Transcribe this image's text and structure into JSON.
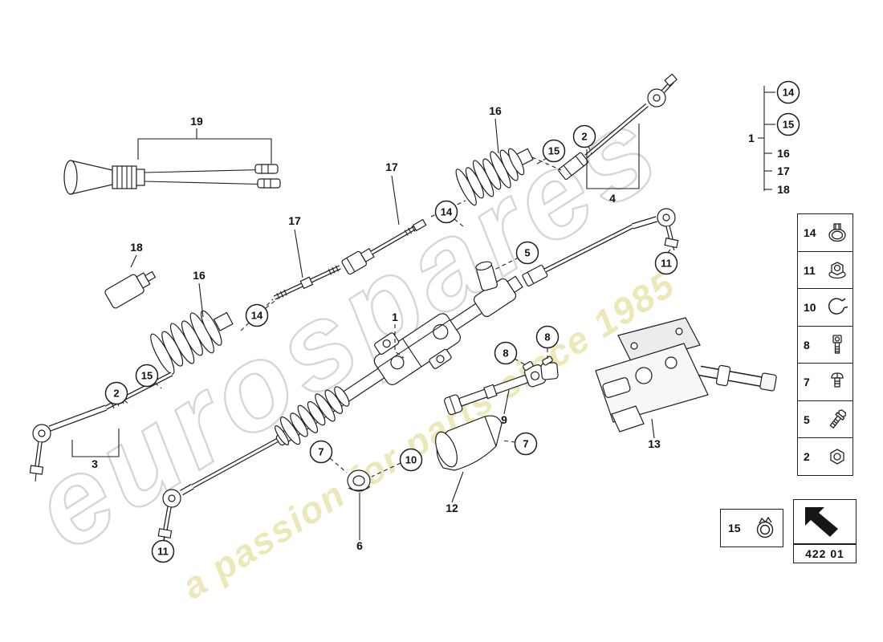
{
  "watermark": {
    "brand": "eurospares",
    "tagline": "a passion for parts since 1985",
    "brand_color": "#c9c9c9",
    "tagline_color": "#e9e4ab"
  },
  "callouts": [
    {
      "num": "15"
    },
    {
      "num": "2"
    },
    {
      "num": "14"
    },
    {
      "num": "5"
    },
    {
      "num": "14"
    },
    {
      "num": "15"
    },
    {
      "num": "2"
    },
    {
      "num": "8"
    },
    {
      "num": "8"
    },
    {
      "num": "7"
    },
    {
      "num": "10"
    },
    {
      "num": "7"
    },
    {
      "num": "11"
    },
    {
      "num": "11"
    }
  ],
  "labels": [
    {
      "num": "19"
    },
    {
      "num": "16"
    },
    {
      "num": "17"
    },
    {
      "num": "4"
    },
    {
      "num": "17"
    },
    {
      "num": "18"
    },
    {
      "num": "16"
    },
    {
      "num": "1"
    },
    {
      "num": "9"
    },
    {
      "num": "13"
    },
    {
      "num": "12"
    },
    {
      "num": "6"
    },
    {
      "num": "3"
    }
  ],
  "reference_group": {
    "ref": "1",
    "circled": [
      "14",
      "15"
    ],
    "plain": [
      "16",
      "17",
      "18"
    ]
  },
  "legend_rows": [
    {
      "num": "14",
      "icon": "band-clamp-icon"
    },
    {
      "num": "11",
      "icon": "flange-nut-icon"
    },
    {
      "num": "10",
      "icon": "clamp-ring-icon"
    },
    {
      "num": "8",
      "icon": "socket-bolt-icon"
    },
    {
      "num": "7",
      "icon": "pan-screw-icon"
    },
    {
      "num": "5",
      "icon": "hex-bolt-icon"
    },
    {
      "num": "2",
      "icon": "hex-nut-icon"
    }
  ],
  "clamp_box": {
    "num": "15",
    "icon": "ear-clamp-icon"
  },
  "code_box": {
    "code": "422 01"
  }
}
